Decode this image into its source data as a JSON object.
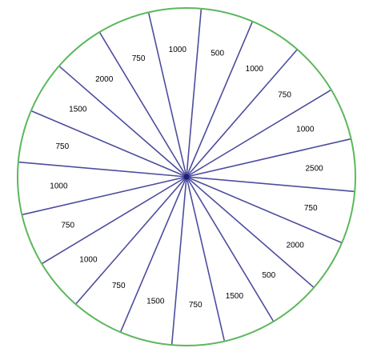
{
  "wheel": {
    "segments": [
      "1000",
      "500",
      "1000",
      "750",
      "1000",
      "2500",
      "750",
      "2000",
      "500",
      "1500",
      "750",
      "1500",
      "750",
      "1000",
      "750",
      "1000",
      "750",
      "1500",
      "2000",
      "750"
    ],
    "rim_color": "#5db75d",
    "spoke_color": "#4d4d9e",
    "hub_color": "#1f1f7a"
  }
}
